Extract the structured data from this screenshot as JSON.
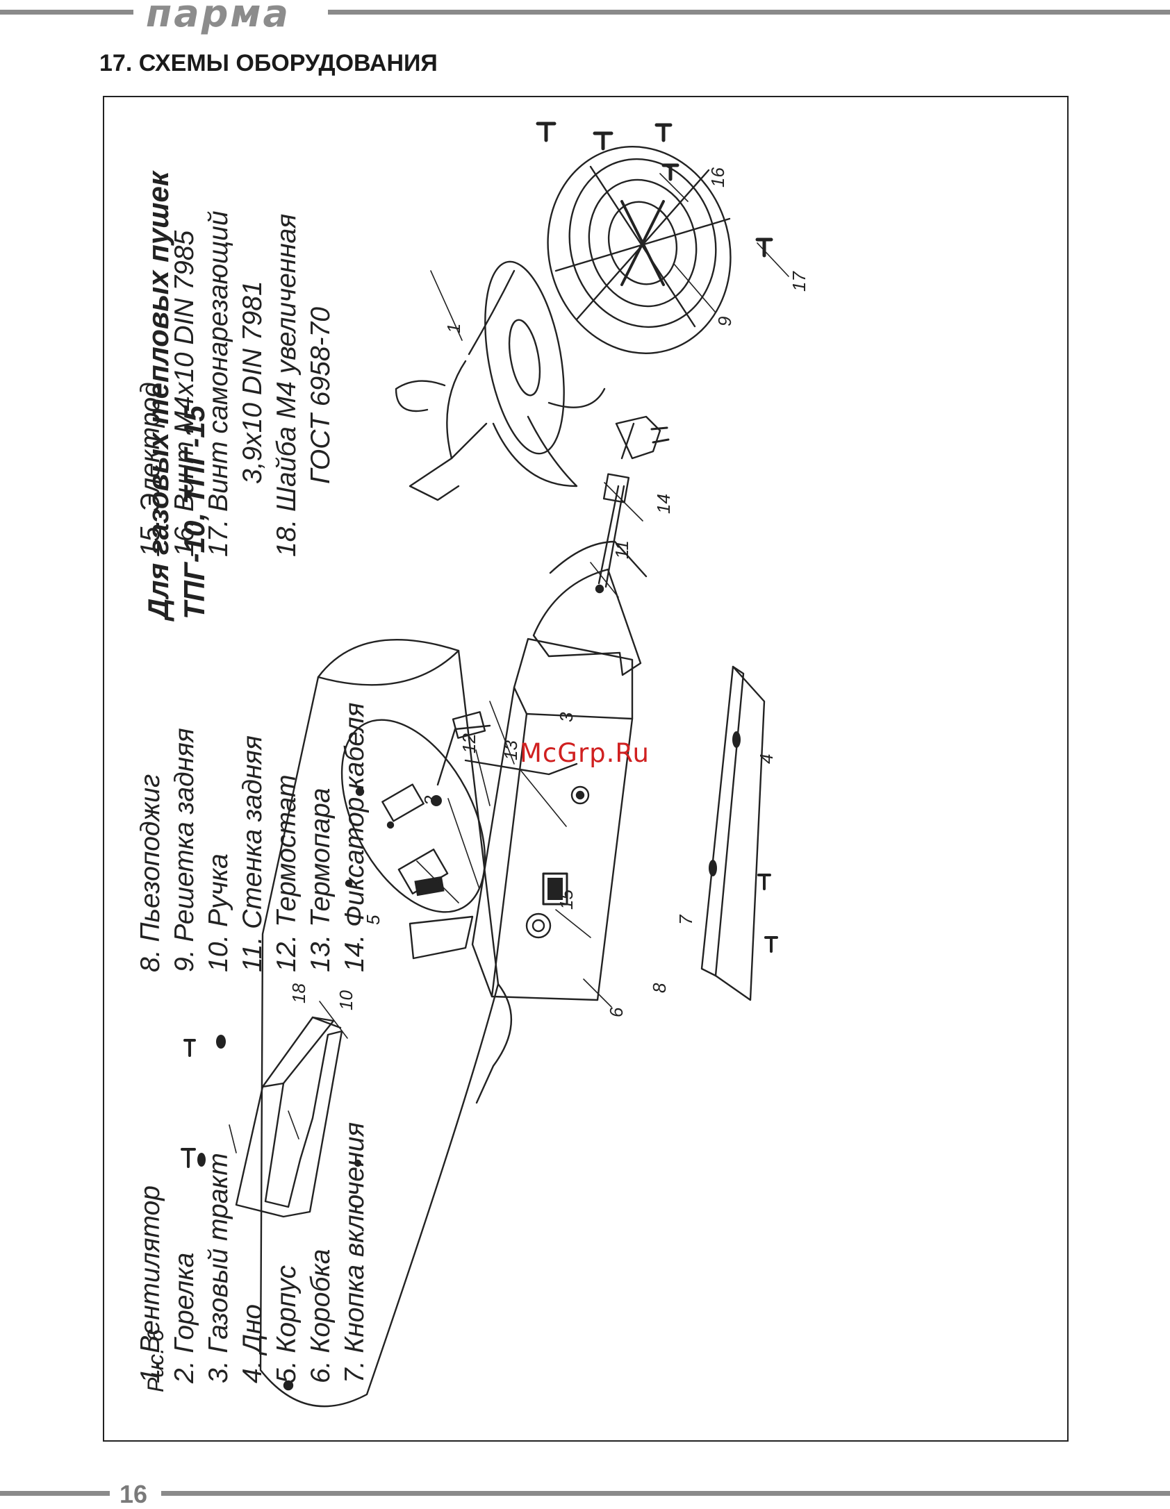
{
  "header": {
    "brand": "парма"
  },
  "section_title": "17. СХЕМЫ ОБОРУДОВАНИЯ",
  "figure": {
    "caption": "Рис. 6",
    "heading_line1": "Для газовых тепловых пушек",
    "heading_line2": "ТПГ-10, ТПГ-15",
    "callouts": [
      "1",
      "2",
      "3",
      "4",
      "5",
      "6",
      "7",
      "8",
      "9",
      "10",
      "11",
      "12",
      "13",
      "14",
      "15",
      "16",
      "17",
      "18"
    ]
  },
  "legend": {
    "col1": [
      "1. Вентилятор",
      "2. Горелка",
      "3. Газовый тракт",
      "4. Дно",
      "5. Корпус",
      "6. Коробка",
      "7. Кнопка включения"
    ],
    "col2": [
      "8. Пьезоподжиг",
      "9. Решетка задняя",
      "10. Ручка",
      "11. Стенка задняя",
      "12. Термостат",
      "13. Термопара",
      "14. Фиксатор кабеля"
    ],
    "col3": [
      "15. Электрод",
      "16. Винт М4х10 DIN 7985",
      "17. Винт самонарезающий",
      "3,9х10 DIN 7981",
      "18. Шайба М4 увеличенная",
      "ГОСТ 6958-70"
    ]
  },
  "watermark": "McGrp.Ru",
  "footer": {
    "page_number": "16"
  }
}
